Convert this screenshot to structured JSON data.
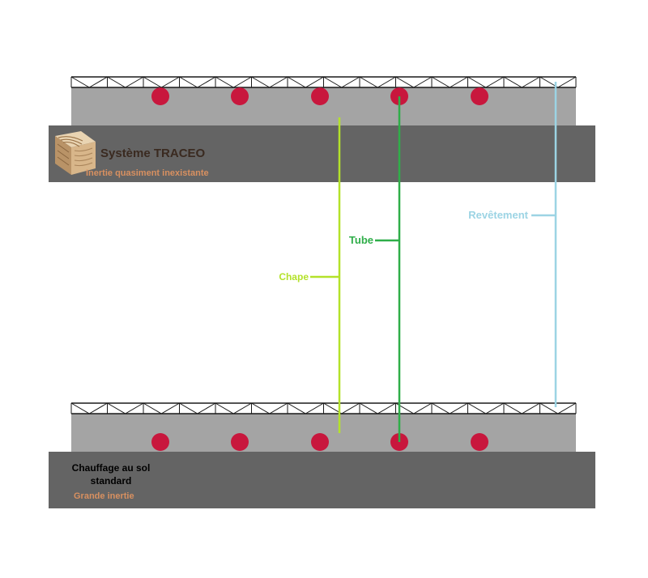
{
  "colors": {
    "base_slab": "#646464",
    "screed": "#a4a4a4",
    "tube_dot": "#c8173d",
    "chape_line": "#b4e22a",
    "tube_line": "#2fae49",
    "revetement_line": "#9cd4e4",
    "inertia_text": "#d89060",
    "mesh": "#1a1a1a"
  },
  "traceo": {
    "title": "Système TRACEO",
    "subtitle": "Inertie quasiment inexistante",
    "logo_icon": "wood-grain-icon"
  },
  "standard": {
    "title": "Chauffage au sol standard",
    "subtitle": "Grande inertie"
  },
  "leaders": {
    "chape": "Chape",
    "tube": "Tube",
    "revetement": "Revêtement"
  }
}
